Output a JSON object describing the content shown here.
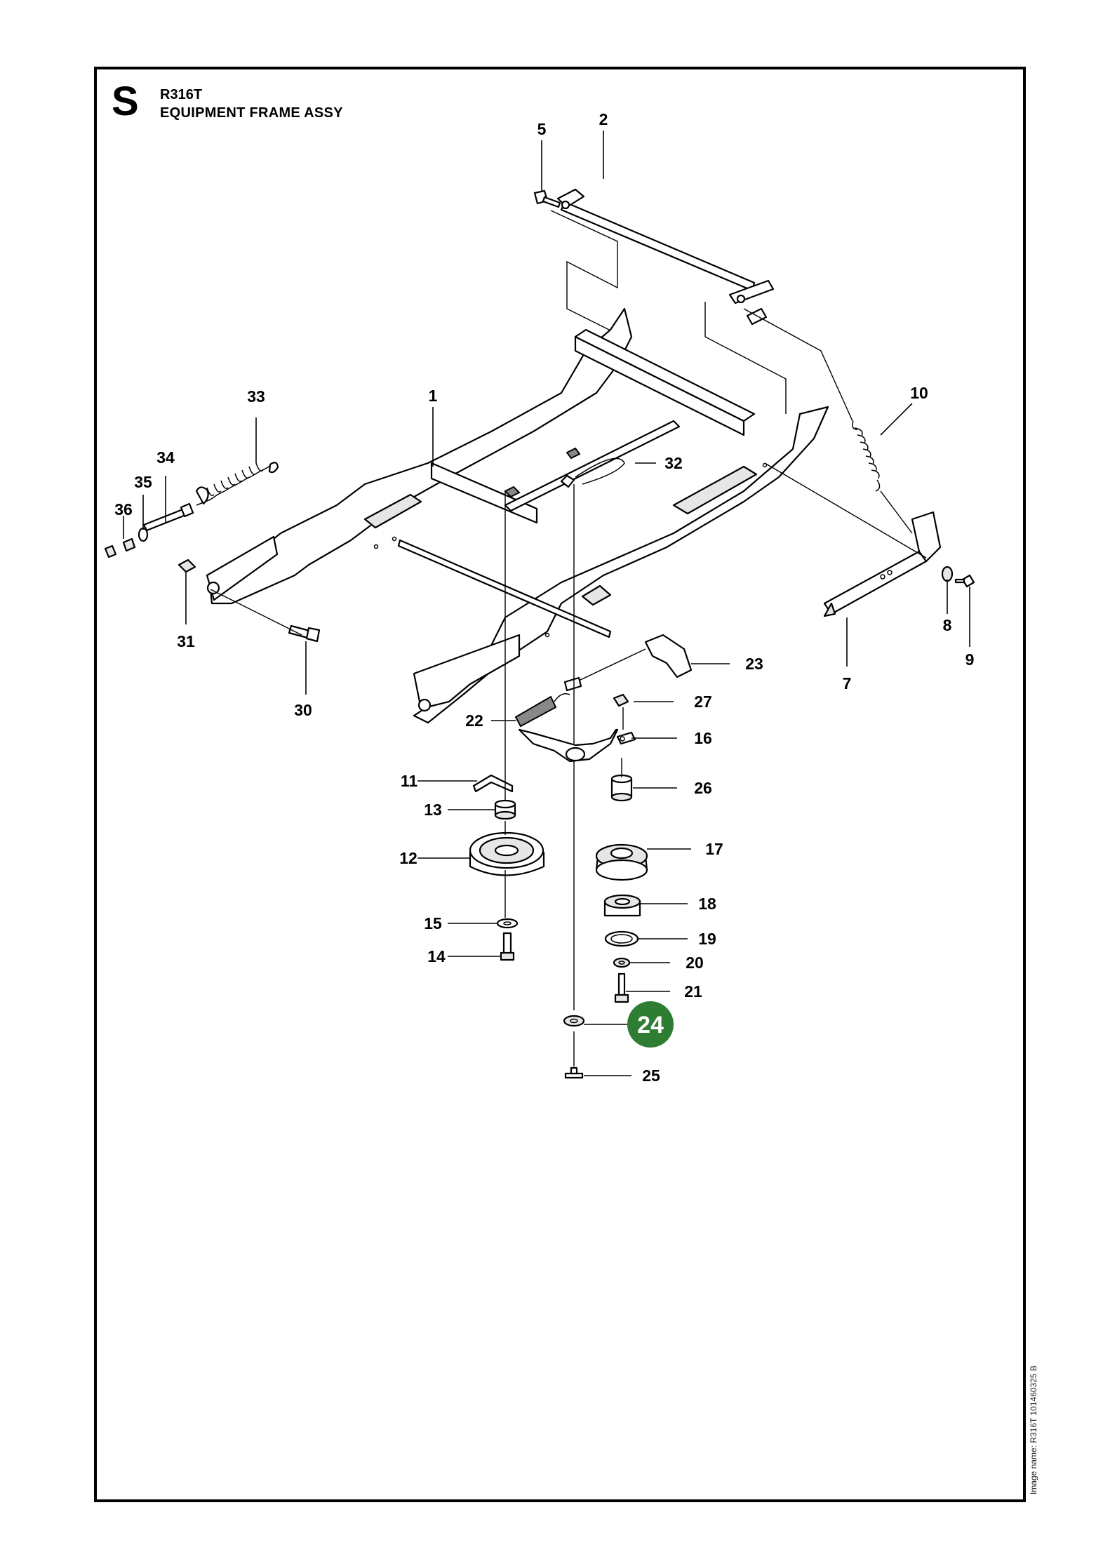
{
  "header": {
    "section_letter": "S",
    "model": "R316T",
    "title": "EQUIPMENT FRAME ASSY"
  },
  "footer": {
    "image_name": "Image name: R316T 101460325 B"
  },
  "highlight": {
    "label": "24",
    "color": "#2e7d32"
  },
  "callouts": {
    "c1": "1",
    "c2": "2",
    "c5": "5",
    "c7": "7",
    "c8": "8",
    "c9": "9",
    "c10": "10",
    "c11": "11",
    "c12": "12",
    "c13": "13",
    "c14": "14",
    "c15": "15",
    "c16": "16",
    "c17": "17",
    "c18": "18",
    "c19": "19",
    "c20": "20",
    "c21": "21",
    "c22": "22",
    "c23": "23",
    "c25": "25",
    "c26": "26",
    "c27": "27",
    "c30": "30",
    "c31": "31",
    "c32": "32",
    "c33": "33",
    "c34": "34",
    "c35": "35",
    "c36": "36"
  }
}
